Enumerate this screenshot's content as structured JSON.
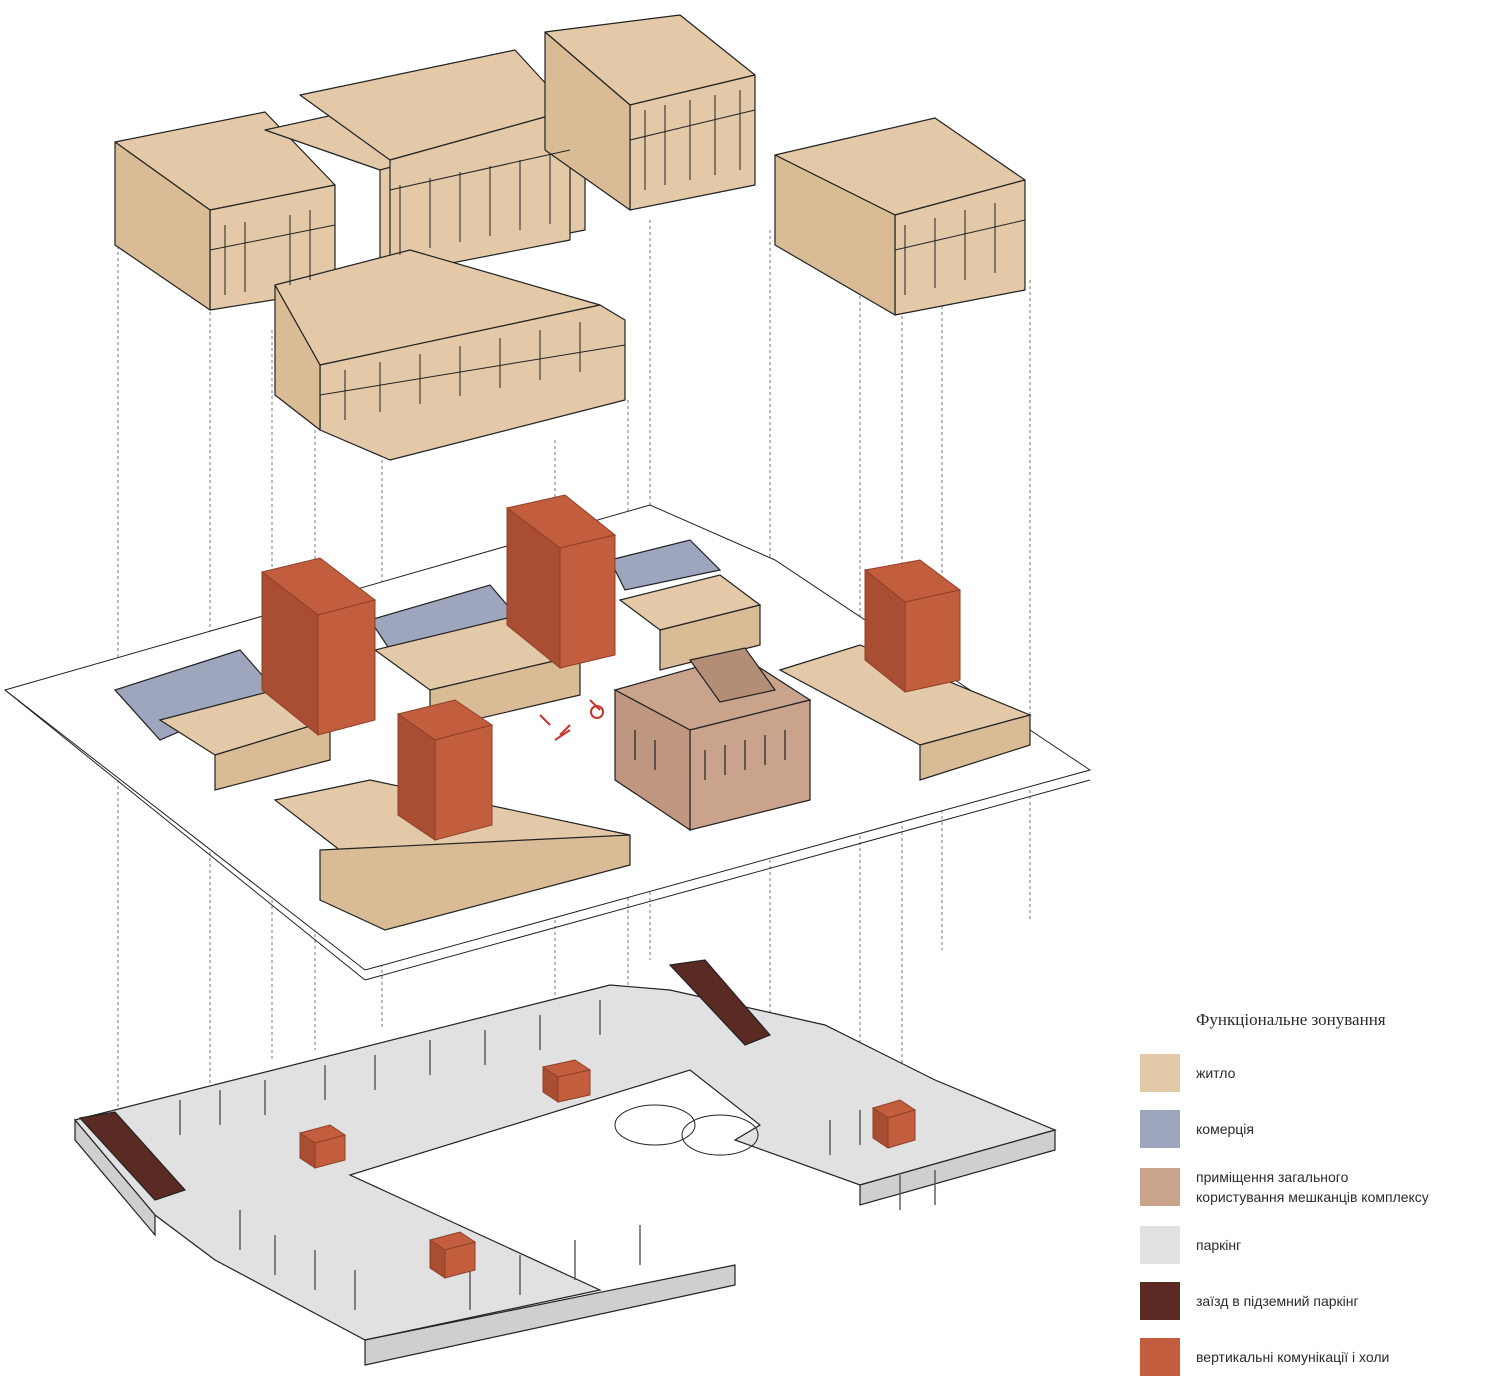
{
  "legend": {
    "title": "Функціональне зонування",
    "items": [
      {
        "label": "житло",
        "color": "#e3c9a7"
      },
      {
        "label": "комерція",
        "color": "#9ea6bd"
      },
      {
        "label": "приміщення загального\nкористування мешканців комплексу",
        "color": "#c9a38c"
      },
      {
        "label": "паркінг",
        "color": "#e1e1e1"
      },
      {
        "label": "заїзд в підземний паркінг",
        "color": "#5c2a24"
      },
      {
        "label": "вертикальні комунікації і холи",
        "color": "#c25e3d"
      }
    ]
  },
  "colors": {
    "housing": "#e3c9a7",
    "housing_side": "#d9bc96",
    "commerce": "#9ea6bd",
    "common": "#c9a38c",
    "parking": "#e1e1e1",
    "parking_side": "#cfcfcf",
    "ramp": "#5c2a24",
    "cores": "#c25e3d",
    "cores_side": "#a94e33",
    "line": "#222222"
  }
}
